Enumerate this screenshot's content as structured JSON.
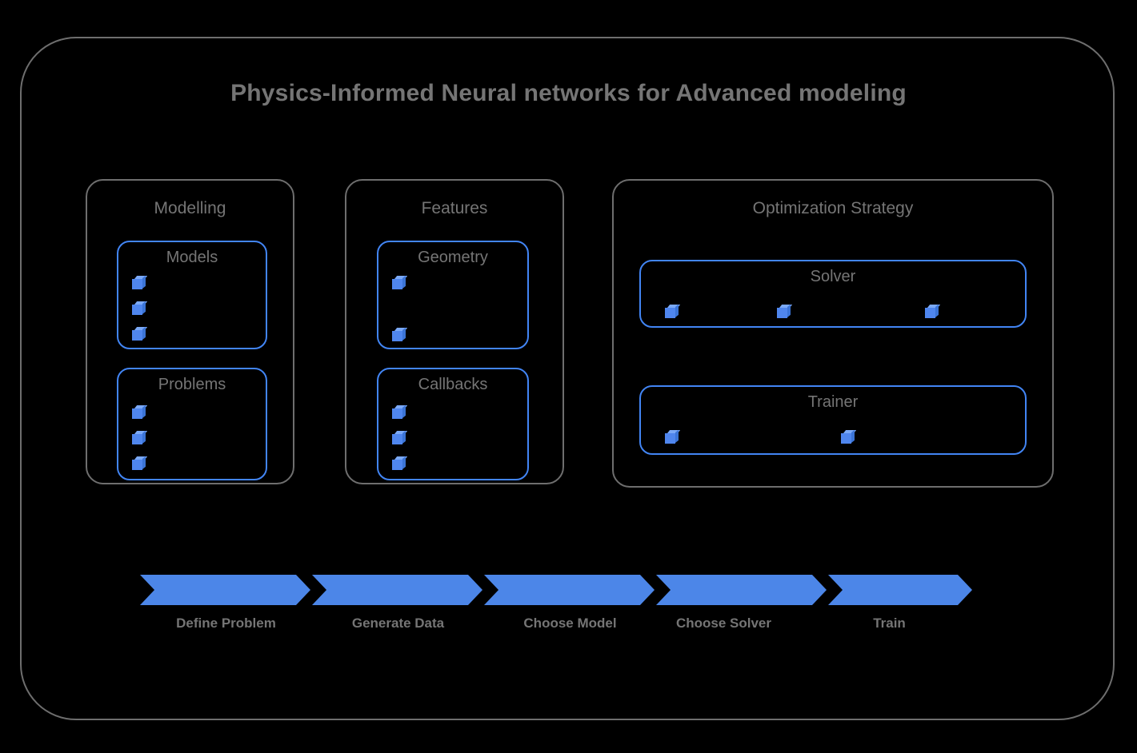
{
  "diagram": {
    "title": "Physics-Informed Neural networks for Advanced modeling",
    "frame_border_color": "#6e6e6e",
    "background_color": "#000000",
    "text_color": "#757575",
    "accent_color": "#4285f4",
    "bullet_icon": "cube-icon"
  },
  "groups": [
    {
      "id": "modelling",
      "label": "Modelling",
      "boxes": [
        {
          "id": "models",
          "label": "Models",
          "bullet_count": 3,
          "bullet_layout": "vertical"
        },
        {
          "id": "problems",
          "label": "Problems",
          "bullet_count": 3,
          "bullet_layout": "vertical"
        }
      ]
    },
    {
      "id": "features",
      "label": "Features",
      "boxes": [
        {
          "id": "geometry",
          "label": "Geometry",
          "bullet_count": 2,
          "bullet_layout": "vertical-spread"
        },
        {
          "id": "callbacks",
          "label": "Callbacks",
          "bullet_count": 3,
          "bullet_layout": "vertical"
        }
      ]
    },
    {
      "id": "optimization-strategy",
      "label": "Optimization Strategy",
      "boxes": [
        {
          "id": "solver",
          "label": "Solver",
          "bullet_count": 3,
          "bullet_layout": "horizontal"
        },
        {
          "id": "trainer",
          "label": "Trainer",
          "bullet_count": 2,
          "bullet_layout": "horizontal"
        }
      ]
    }
  ],
  "process": {
    "arrow_color": "#4c86e8",
    "steps": [
      {
        "id": "define-problem",
        "label": "Define Problem"
      },
      {
        "id": "generate-data",
        "label": "Generate Data"
      },
      {
        "id": "choose-model",
        "label": "Choose Model"
      },
      {
        "id": "choose-solver",
        "label": "Choose Solver"
      },
      {
        "id": "train",
        "label": "Train"
      }
    ]
  }
}
